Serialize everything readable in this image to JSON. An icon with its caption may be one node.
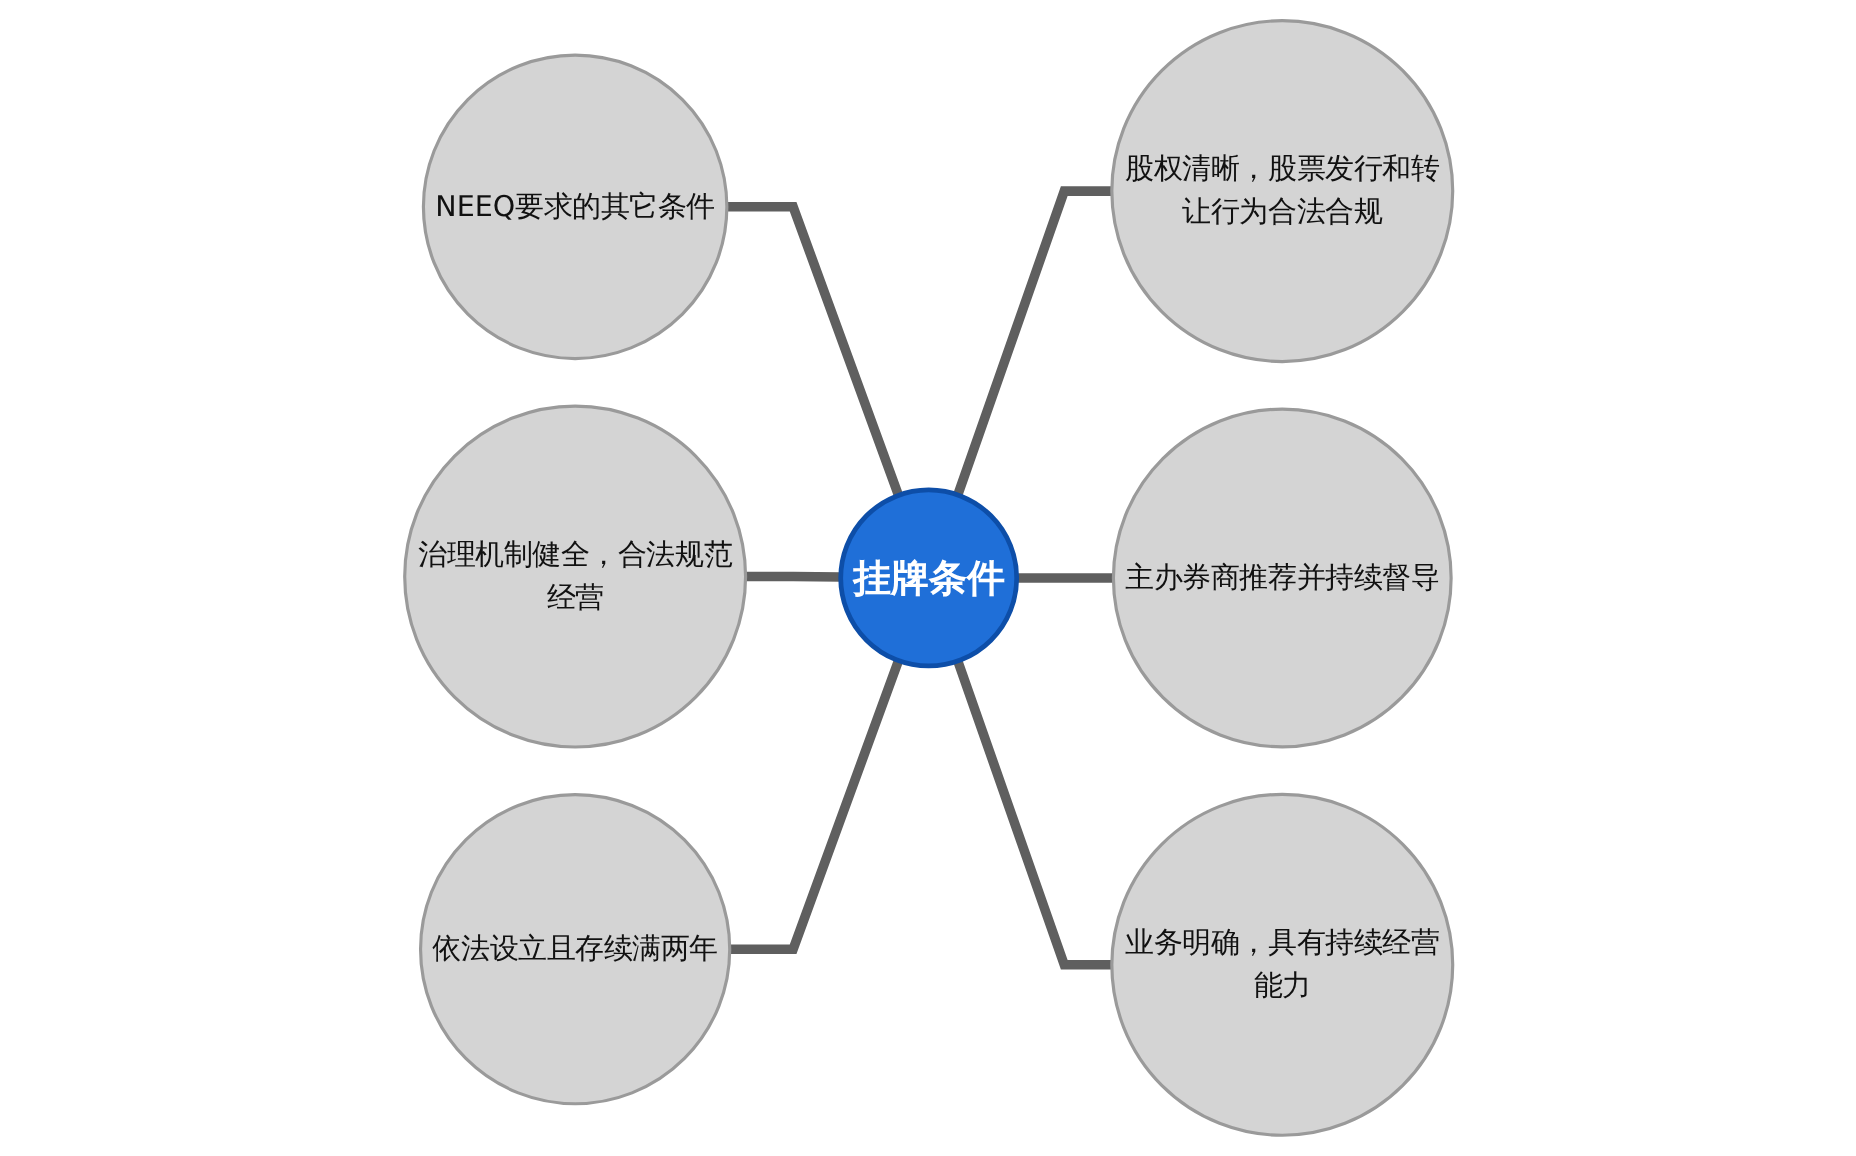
{
  "diagram": {
    "nodes": [
      {
        "text": [
          "NEEQ要求的其它条件"
        ]
      },
      {
        "text": [
          "股权清晰，股票发行和转让行为合法合规"
        ]
      },
      {
        "text": [
          "治理机制健全，合法规范经营"
        ]
      },
      {
        "text": [
          "挂牌条件"
        ]
      },
      {
        "text": [
          "主办券商推荐并持续督导"
        ]
      },
      {
        "text": [
          "依法设立且存续满两年"
        ]
      },
      {
        "text": [
          "业务明确，具有持续经营能力"
        ]
      }
    ],
    "edges": [
      {
        "from": 0,
        "to": 3,
        "arrow": "none"
      },
      {
        "from": 3,
        "to": 1,
        "arrow": "none"
      },
      {
        "from": 2,
        "to": 3,
        "arrow": "none"
      },
      {
        "from": 3,
        "to": 4,
        "arrow": "none"
      },
      {
        "from": 5,
        "to": 3,
        "arrow": "none"
      },
      {
        "from": 3,
        "to": 6,
        "arrow": "none"
      }
    ]
  }
}
